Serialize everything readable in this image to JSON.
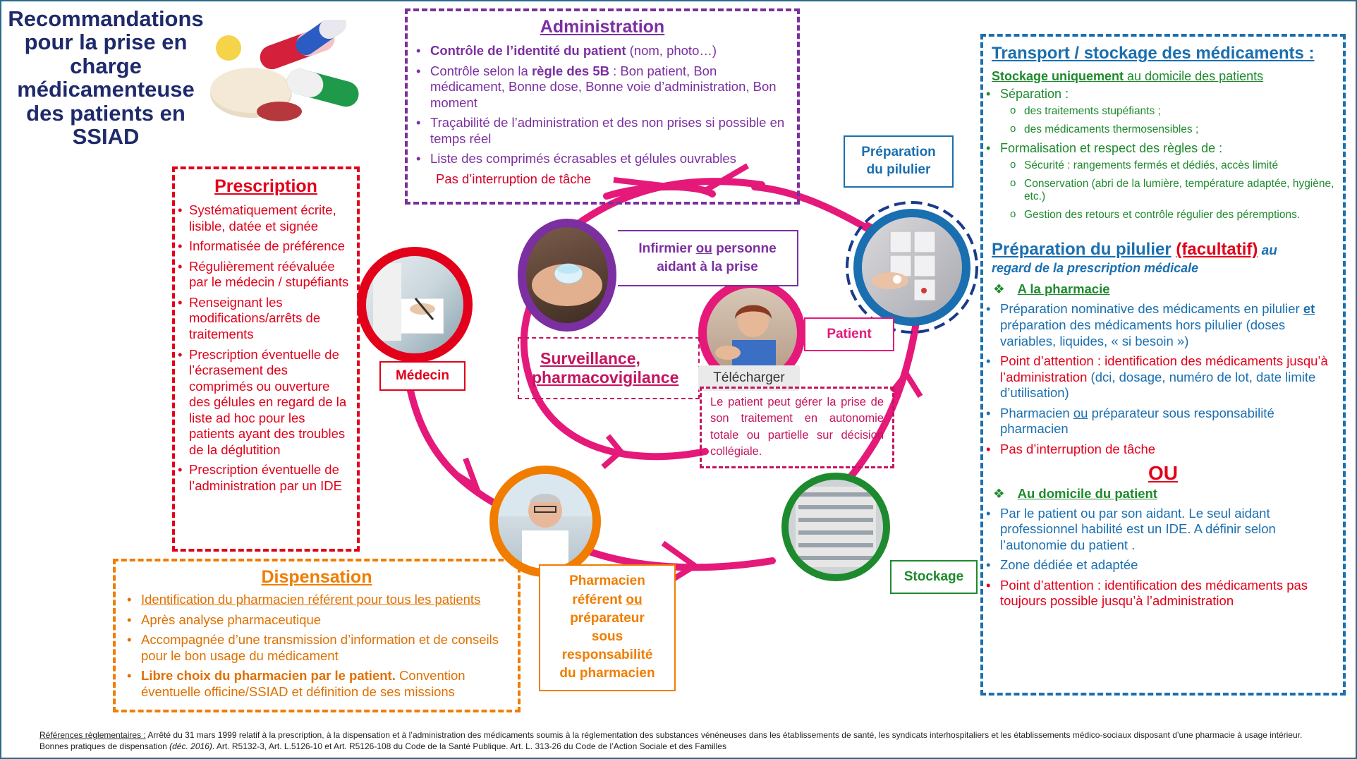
{
  "title": "Recommandations pour la prise en charge médicamenteuse des patients en SSIAD",
  "administration": {
    "heading": "Administration",
    "items": [
      {
        "bold": "Contrôle de l’identité du patient",
        "rest": " (nom, photo…)"
      },
      {
        "pre": "Contrôle selon la ",
        "bold": "règle des 5B",
        "rest": " : Bon patient, Bon médicament, Bonne dose, Bonne voie d’administration, Bon moment"
      },
      {
        "rest": "Traçabilité de l’administration et des non prises si possible en temps réel"
      },
      {
        "rest": "Liste des comprimés écrasables et gélules  ouvrables"
      }
    ],
    "footer": "Pas d’interruption de tâche",
    "color": "#7b2fa0",
    "footer_color": "#d4002a"
  },
  "prescription": {
    "heading": "Prescription",
    "items": [
      "Systématiquement écrite, lisible, datée et signée",
      "Informatisée de préférence",
      "Régulièrement réévaluée par le médecin / stupéfiants",
      "Renseignant les modifications/arrêts de traitements",
      "Prescription éventuelle de l’écrasement des comprimés ou ouverture des gélules en regard de la liste ad hoc pour les patients ayant des troubles de la déglutition",
      "Prescription éventuelle de l’administration par un IDE"
    ],
    "color": "#e2001a"
  },
  "dispensation": {
    "heading": "Dispensation",
    "items": [
      {
        "text": "Identification du pharmacien référent pour tous les patients",
        "underline": true
      },
      {
        "text": "Après analyse pharmaceutique"
      },
      {
        "text": "Accompagnée d’une transmission d’information et de conseils pour le bon usage du médicament"
      },
      {
        "bold": "Libre choix du pharmacien par le patient.",
        "text": " Convention éventuelle officine/SSIAD et définition de ses missions"
      }
    ],
    "color": "#f07d00"
  },
  "transport": {
    "heading": "Transport / stockage des médicaments :",
    "stockage_line_bold": "Stockage uniquement",
    "stockage_line_rest": " au domicile des patients",
    "separation_label": "Séparation :",
    "separation_items": [
      "des traitements stupéfiants ;",
      "des médicaments thermosensibles ;"
    ],
    "formalisation_label": "Formalisation et respect des règles de :",
    "formalisation_items": [
      "Sécurité : rangements fermés et dédiés, accès limité",
      "Conservation (abri de la lumière, température adaptée, hygiène, etc.)",
      "Gestion des retours et contrôle régulier des péremptions."
    ],
    "color": "#1a6fb0",
    "green": "#1e8a2e"
  },
  "pilulier": {
    "heading": "Préparation du pilulier",
    "optional": "(facultatif)",
    "suffix": " au",
    "subtitle": "regard de la prescription médicale",
    "pharmacie_label": "A la pharmacie",
    "pharmacie_items": [
      {
        "text": "Préparation nominative des médicaments en pilulier ",
        "et": "et",
        "rest": " préparation des médicaments hors pilulier (doses variables, liquides, « si besoin »)"
      },
      {
        "red": "Point d’attention : identification des médicaments jusqu’à l’administration",
        "rest": " (dci, dosage, numéro de lot, date limite d’utilisation)"
      },
      {
        "text": "Pharmacien ",
        "et": "ou",
        "rest": " préparateur sous responsabilité pharmacien"
      },
      {
        "red": "Pas d’interruption de tâche"
      }
    ],
    "ou": "OU",
    "domicile_label": "Au domicile du patient",
    "domicile_items": [
      {
        "text": "Par le patient ou par son aidant. Le seul aidant professionnel habilité est un IDE. A définir selon l’autonomie du patient ."
      },
      {
        "text": "Zone dédiée et adaptée"
      },
      {
        "red": "Point d’attention : identification des médicaments pas toujours possible jusqu’à l’administration"
      }
    ]
  },
  "nodes": {
    "medecin": "Médecin",
    "pharmacien_l1": "Pharmacien",
    "pharmacien_l2": "référent",
    "pharmacien_ou": "ou",
    "pharmacien_l3": "préparateur",
    "pharmacien_l4": "sous",
    "pharmacien_l5": "responsabilité",
    "pharmacien_l6": "du pharmacien",
    "stockage": "Stockage",
    "preparation_l1": "Préparation",
    "preparation_l2": "du pilulier",
    "infirmier_pre": "Infirmier ",
    "infirmier_ou": "ou",
    "infirmier_post": " personne",
    "infirmier_l2": "aidant à la prise",
    "patient": "Patient",
    "surveillance_l1": "Surveillance,",
    "surveillance_l2": "pharmacovigilance",
    "telecharger": "Télécharger",
    "patient_note": "Le patient peut gérer la prise de son traitement en autonomie totale ou partielle sur décision collégiale."
  },
  "references": {
    "label": "Références règlementaires :",
    "text": " Arrêté du 31 mars 1999 relatif à la prescription, à la dispensation et à l’administration des médicaments  soumis à la réglementation des substances vénéneuses dans les établissements de santé, les syndicats interhospitaliers et les établissements médico-sociaux disposant d’une pharmacie à usage intérieur.  Bonnes pratiques de dispensation ",
    "italic": "(déc. 2016)",
    "text2": ". Art. R5132-3, Art. L.5126-10  et Art. R5126-108 du Code de la Santé Publique.    Art. L. 313-26 du Code de l’Action Sociale et des Familles"
  },
  "colors": {
    "cycle": "#e5197a",
    "title": "#1f2a6b",
    "purple": "#7b2fa0",
    "red": "#e2001a",
    "orange": "#f07d00",
    "blue": "#1a6fb0",
    "green": "#1e8a2e",
    "pink_dark": "#c4145f"
  },
  "icons": [
    "pills-image",
    "doctor-photo",
    "nurse-hand-photo",
    "patient-photo",
    "pharmacist-photo",
    "storage-photo",
    "pill-box-photo"
  ]
}
